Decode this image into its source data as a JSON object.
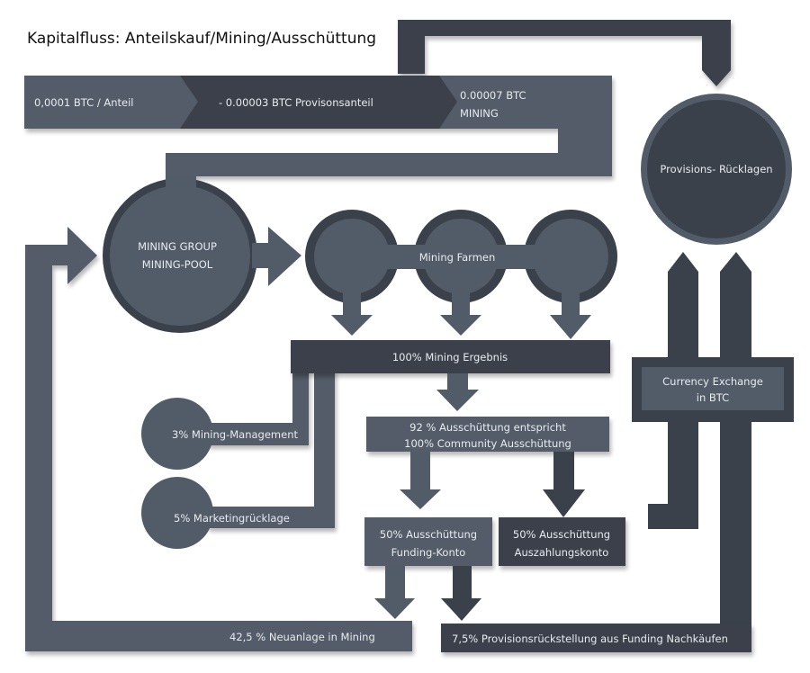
{
  "title": "Kapitalfluss: Anteilskauf/Mining/Ausschüttung",
  "colors": {
    "light": "#525c68",
    "dark": "#3a414b",
    "text": "#e8ebef",
    "title": "#111111",
    "background": "#ffffff"
  },
  "top_band": {
    "share_price": "0,0001 BTC / Anteil",
    "commission": "- 0.00003  BTC Provisonsanteil",
    "mining_line1": "0.00007  BTC",
    "mining_line2": "MINING"
  },
  "nodes": {
    "provisions": "Provisions- Rücklagen",
    "pool_line1": "MINING GROUP",
    "pool_line2": "MINING-POOL",
    "farms": "Mining Farmen",
    "result": "100% Mining Ergebnis",
    "management": "3% Mining-Management",
    "marketing": "5% Marketingrücklage",
    "payout_line1": "92 % Ausschüttung entspricht",
    "payout_line2": "100% Community Ausschüttung",
    "funding_line1": "50% Ausschüttung",
    "funding_line2": "Funding-Konto",
    "withdraw_line1": "50% Ausschüttung",
    "withdraw_line2": "Auszahlungskonto",
    "exchange_line1": "Currency Exchange",
    "exchange_line2": "in BTC",
    "reinvest": "42,5 % Neuanlage in Mining",
    "commission_reserve": "7,5% Provisionsrückstellung aus Funding Nachkäufen"
  }
}
